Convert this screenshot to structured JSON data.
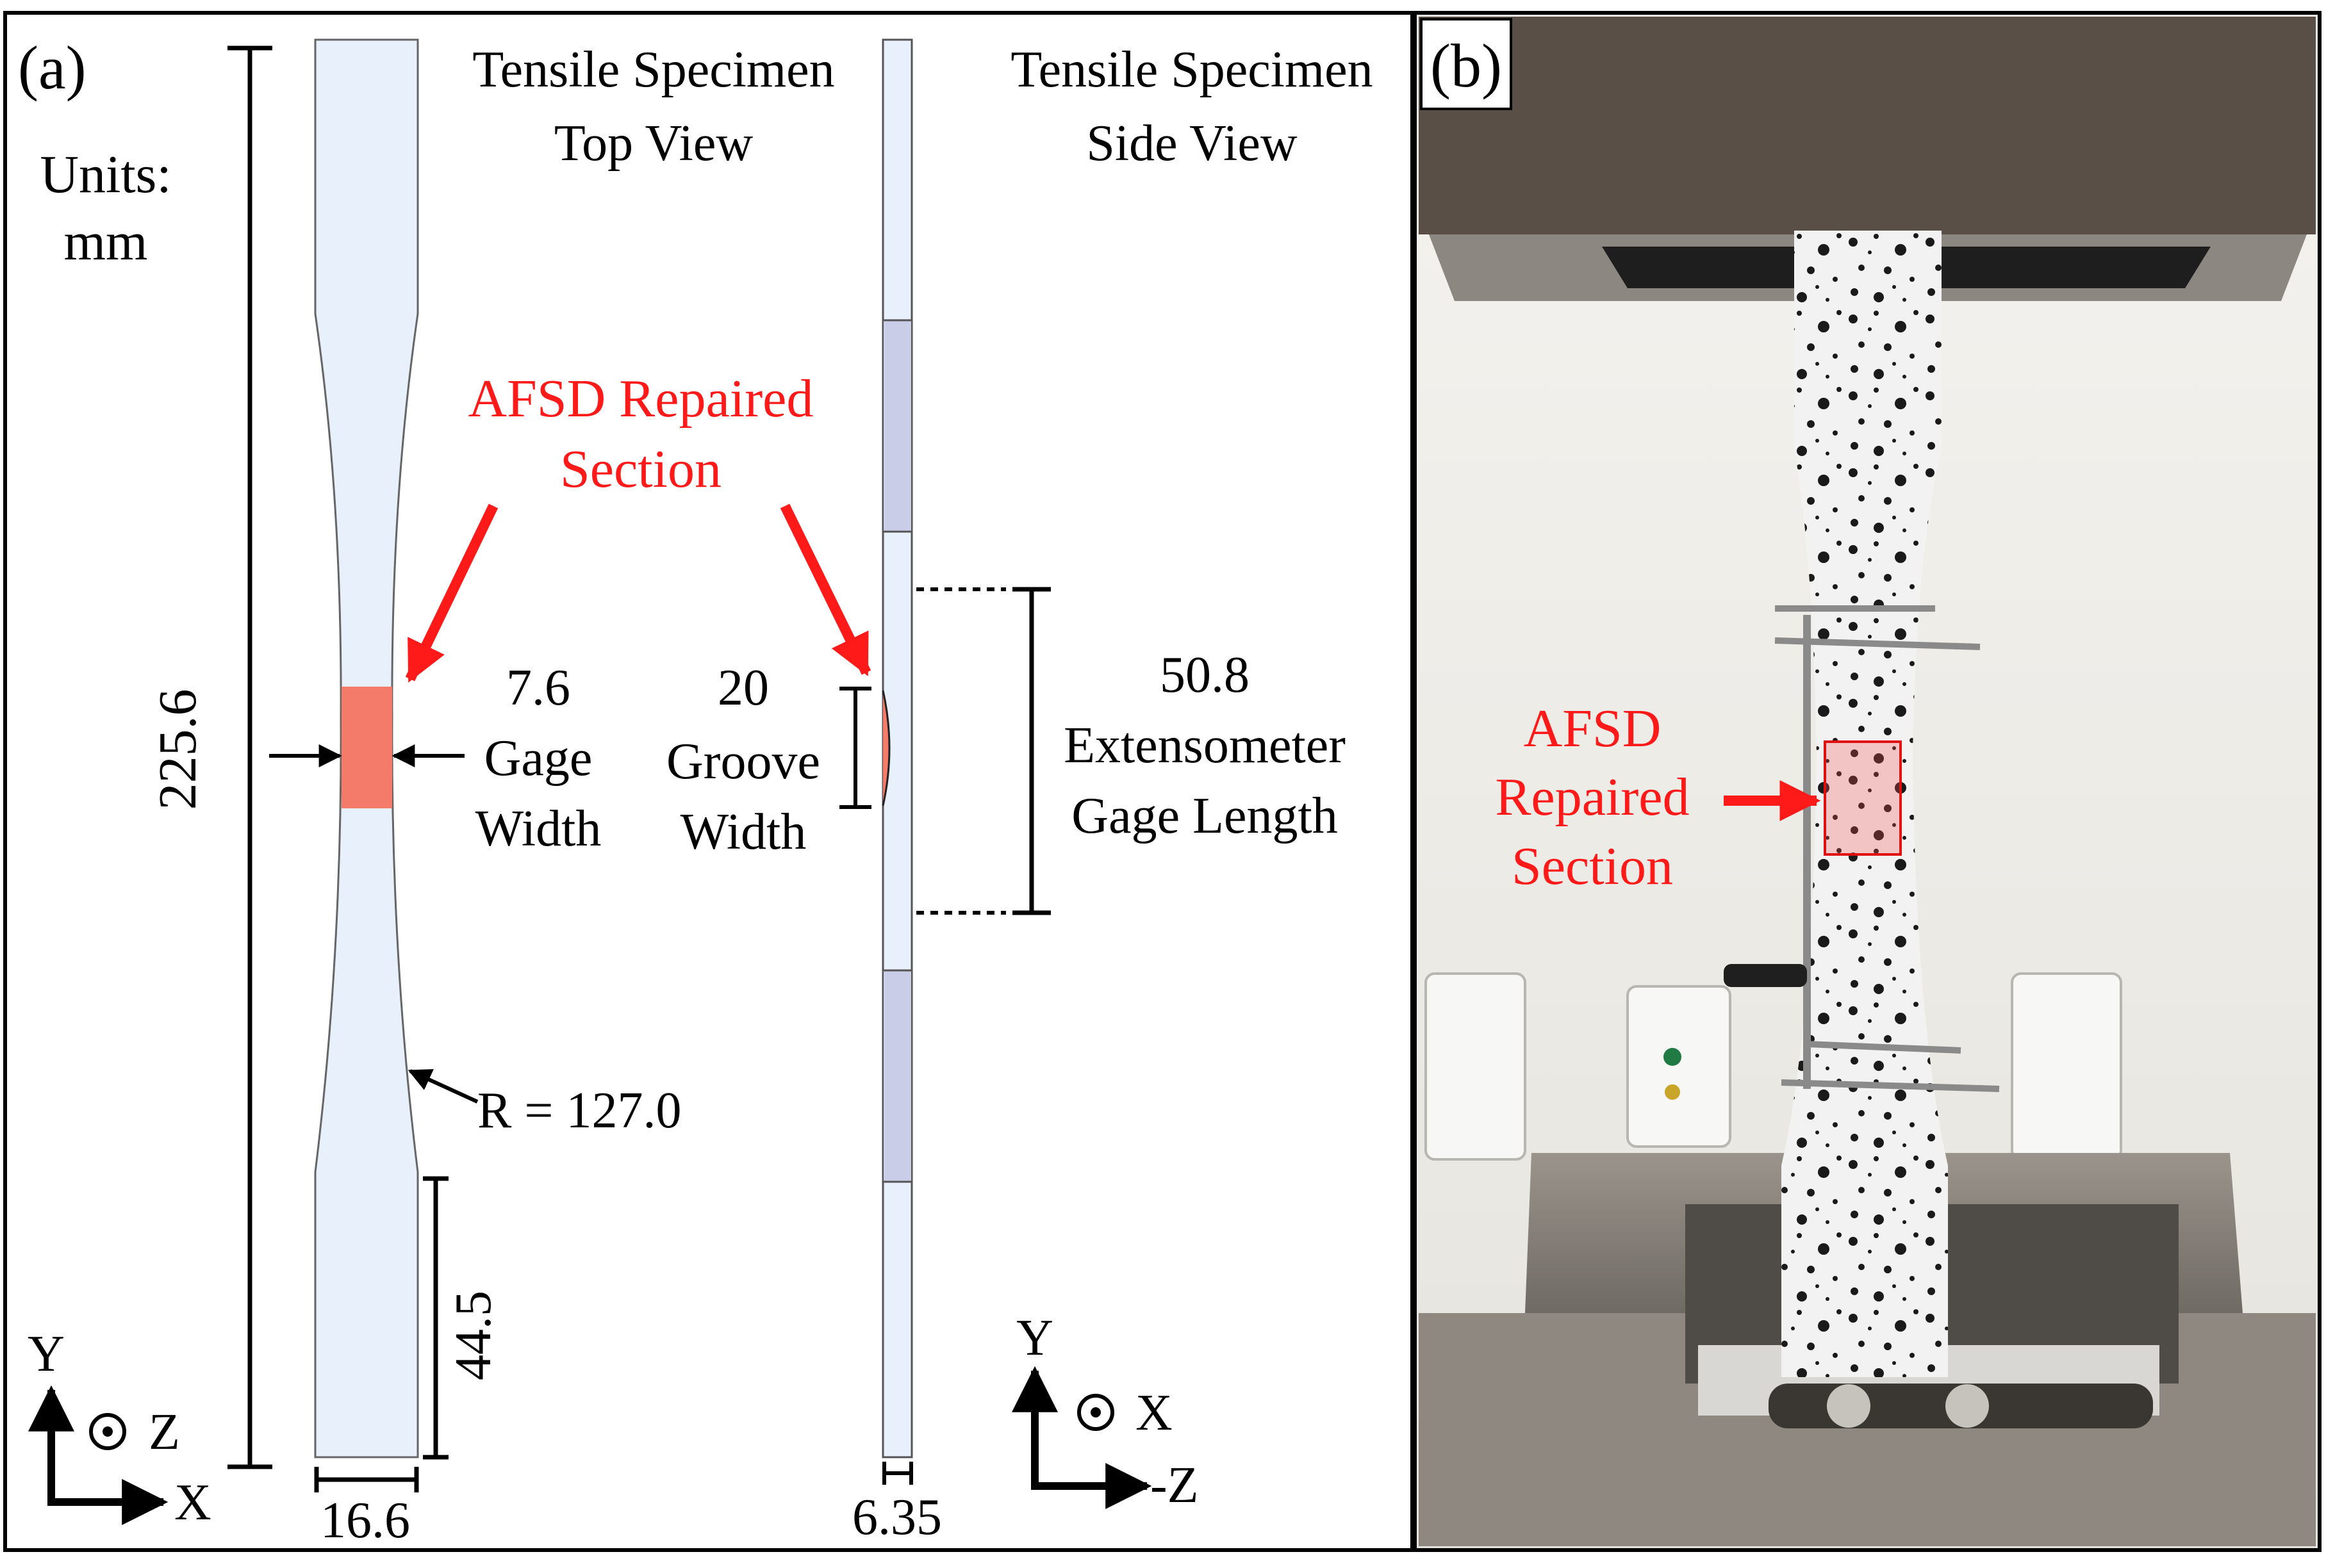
{
  "panel_a": {
    "label": "(a)",
    "units_label": "Units:",
    "units_value": "mm",
    "top_view_title_1": "Tensile Specimen",
    "top_view_title_2": "Top View",
    "side_view_title_1": "Tensile Specimen",
    "side_view_title_2": "Side View",
    "callout_1": "AFSD Repaired",
    "callout_2": "Section",
    "dim_total_length": "225.6",
    "dim_gage_width_value": "7.6",
    "dim_gage_width_1": "Gage",
    "dim_gage_width_2": "Width",
    "dim_groove_value": "20",
    "dim_groove_1": "Groove",
    "dim_groove_2": "Width",
    "dim_ext_value": "50.8",
    "dim_ext_1": "Extensometer",
    "dim_ext_2": "Gage Length",
    "dim_radius": "R = 127.0",
    "dim_grip_length": "44.5",
    "dim_grip_width": "16.6",
    "dim_thickness": "6.35",
    "axes_top": {
      "up": "Y",
      "out": "Z",
      "right": "X"
    },
    "axes_side": {
      "up": "Y",
      "out": "X",
      "right": "-Z"
    }
  },
  "panel_b": {
    "label": "(b)",
    "callout_1": "AFSD",
    "callout_2": "Repaired",
    "callout_3": "Section"
  },
  "colors": {
    "specimen_fill": "#e8f0fb",
    "grip_shade": "#c9cde8",
    "repair_fill": "#f47a6a",
    "callout_red": "#ff1a1a"
  }
}
